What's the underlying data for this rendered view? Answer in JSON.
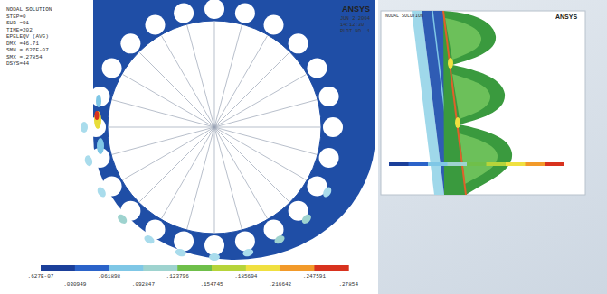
{
  "diagram": {
    "labels": [
      "NODAL SOLUTION",
      "STEP=0",
      "SUB =91",
      "TIME=202",
      "EPELEQV (AVG)",
      "DMX =46.71",
      "SMN =.627E-07",
      "SMX =.27854",
      "DSYS=44",
      "ANSYS",
      "JUN 2 2004",
      "14:12:30",
      "PLOT NO. 1",
      ".627E-07",
      ".030949",
      ".061898",
      ".092847",
      ".123796",
      ".154745",
      ".185694",
      ".216642",
      ".247591",
      ".27854",
      "NODAL SOLUTION",
      "ANSYS"
    ]
  }
}
